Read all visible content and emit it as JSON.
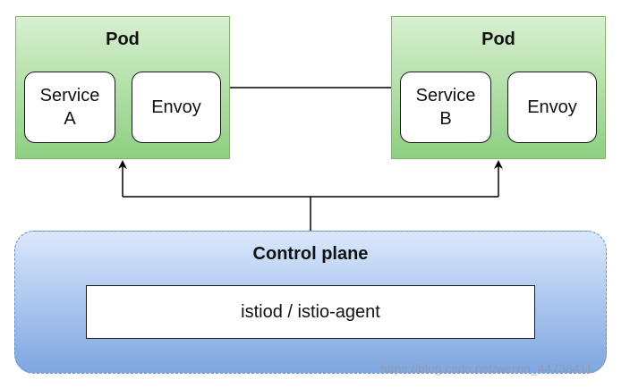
{
  "pods": [
    {
      "title": "Pod",
      "service": "Service\nA",
      "proxy": "Envoy"
    },
    {
      "title": "Pod",
      "service": "Service\nB",
      "proxy": "Envoy"
    }
  ],
  "control_plane": {
    "title": "Control plane",
    "component": "istiod / istio-agent"
  },
  "watermark": "https://blog.csdn.net/weixin_44738411",
  "colors": {
    "pod_fill_top": "#d7f0d0",
    "pod_fill_bottom": "#8fcf82",
    "pod_border": "#82b366",
    "control_fill_top": "#dae8fc",
    "control_fill_bottom": "#7ea6e0",
    "control_border": "#6c8ebf"
  }
}
